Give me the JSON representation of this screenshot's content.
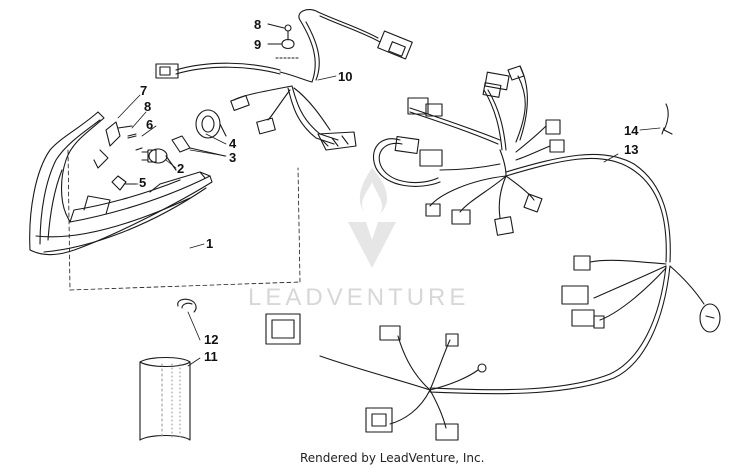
{
  "callouts": {
    "c1": "1",
    "c2": "2",
    "c3": "3",
    "c4": "4",
    "c5": "5",
    "c6": "6",
    "c7": "7",
    "c8a": "8",
    "c8b": "8",
    "c9": "9",
    "c10": "10",
    "c11": "11",
    "c12": "12",
    "c13": "13",
    "c14": "14"
  },
  "watermark": "LEADVENTURE",
  "footer": "Rendered by LeadVenture, Inc.",
  "colors": {
    "line": "#1a1a1a",
    "watermark": "#d7d7d7",
    "flame": "#e4e4e4"
  },
  "icons": {
    "logo": "flame-v-logo"
  }
}
